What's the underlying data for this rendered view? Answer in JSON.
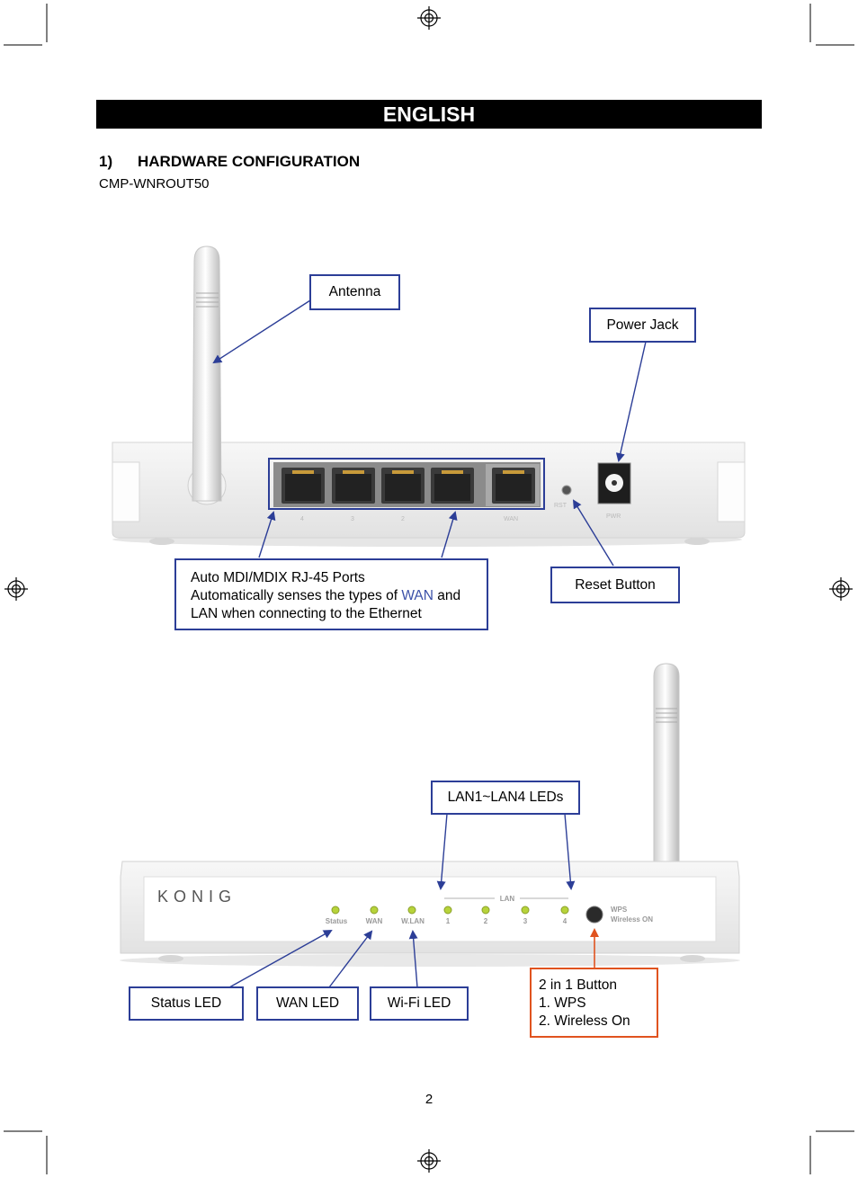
{
  "header": {
    "language_banner": "ENGLISH"
  },
  "section": {
    "number": "1)",
    "title": "HARDWARE CONFIGURATION",
    "model": "CMP-WNROUT50"
  },
  "rear_callouts": {
    "antenna": "Antenna",
    "power_jack": "Power Jack",
    "reset_button": "Reset Button",
    "ports": {
      "line1": "Auto MDI/MDIX RJ-45 Ports",
      "line2_prefix": "Automatically senses the types of ",
      "line2_highlight": "WAN",
      "line2_suffix": " and",
      "line3": "LAN when connecting to the Ethernet"
    }
  },
  "rear_panel_labels": {
    "port_4": "4",
    "port_3": "3",
    "port_2": "2",
    "port_wan": "WAN",
    "reset": "RST",
    "power": "PWR"
  },
  "front_callouts": {
    "lan_leds": "LAN1~LAN4 LEDs",
    "status_led": "Status LED",
    "wan_led": "WAN LED",
    "wifi_led": "Wi-Fi LED",
    "button": {
      "line1": "2 in 1 Button",
      "line2": "1. WPS",
      "line3": "2. Wireless On"
    }
  },
  "front_panel_labels": {
    "brand": "KONIG",
    "status": "Status",
    "wan": "WAN",
    "wlan": "W.LAN",
    "lan_group": "LAN",
    "lan1": "1",
    "lan2": "2",
    "lan3": "3",
    "lan4": "4",
    "wps": "WPS",
    "wireless_on": "Wireless ON"
  },
  "colors": {
    "callout_border": "#2c3e97",
    "highlight_border": "#e0531f",
    "led": "#b7d33a",
    "wan_text": "#3b50a8"
  },
  "footer": {
    "page_number": "2"
  }
}
